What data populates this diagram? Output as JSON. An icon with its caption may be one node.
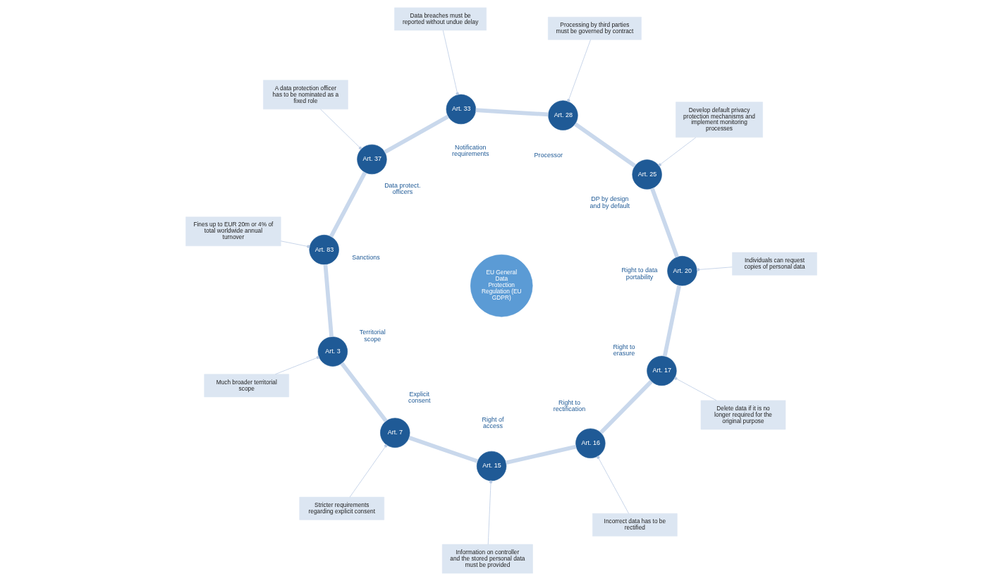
{
  "diagram": {
    "nodes": [
      {
        "text": [
          "EU General Data Protection Regulation (EU GDPR)"
        ]
      },
      {
        "text": [
          "Art. 3"
        ],
        "beside": [
          "Territorial scope"
        ]
      },
      {
        "text": [
          "Art. 7"
        ],
        "beside": [
          "Explicit consent"
        ]
      },
      {
        "text": [
          "Art. 15"
        ],
        "beside": [
          "Right of access"
        ]
      },
      {
        "text": [
          "Art. 16"
        ],
        "beside": [
          "Right to rectification"
        ]
      },
      {
        "text": [
          "Art. 17"
        ],
        "beside": [
          "Right to erasure"
        ]
      },
      {
        "text": [
          "Art. 20"
        ],
        "beside": [
          "Right to data portability"
        ]
      },
      {
        "text": [
          "Art. 25"
        ],
        "beside": [
          "DP by design and by default"
        ]
      },
      {
        "text": [
          "Art. 28"
        ],
        "beside": [
          "Processor"
        ]
      },
      {
        "text": [
          "Art. 33"
        ],
        "beside": [
          "Notification requirements"
        ]
      },
      {
        "text": [
          "Art. 37"
        ],
        "beside": [
          "Data protect. officers"
        ]
      },
      {
        "text": [
          "Art. 83"
        ],
        "beside": [
          "Sanctions"
        ]
      },
      {
        "text": [
          "Much broader territorial scope"
        ]
      },
      {
        "text": [
          "Stricter requirements regarding explicit consent"
        ]
      },
      {
        "text": [
          "Information on controller and the stored personal data must be provided"
        ]
      },
      {
        "text": [
          "Incorrect data has to be rectified"
        ]
      },
      {
        "text": [
          "Delete data if it is no longer required for the original purpose"
        ]
      },
      {
        "text": [
          "Individuals can request copies of personal data"
        ]
      },
      {
        "text": [
          "Develop default privacy protection mechanisms and implement monitoring processes"
        ]
      },
      {
        "text": [
          "Processing by third parties must be governed by contract"
        ]
      },
      {
        "text": [
          "Data breaches must be reported without undue delay"
        ]
      },
      {
        "text": [
          "A data protection officer has to be nominated as a fixed role"
        ]
      },
      {
        "text": [
          "Fines up to EUR 20m or 4% of total worldwide annual turnover"
        ]
      }
    ],
    "edges": [
      {
        "from": 1,
        "to": 2,
        "arrow": "none",
        "style": "thick"
      },
      {
        "from": 2,
        "to": 3,
        "arrow": "none",
        "style": "thick"
      },
      {
        "from": 3,
        "to": 4,
        "arrow": "none",
        "style": "thick"
      },
      {
        "from": 4,
        "to": 5,
        "arrow": "none",
        "style": "thick"
      },
      {
        "from": 5,
        "to": 6,
        "arrow": "none",
        "style": "thick"
      },
      {
        "from": 6,
        "to": 7,
        "arrow": "none",
        "style": "thick"
      },
      {
        "from": 7,
        "to": 8,
        "arrow": "none",
        "style": "thick"
      },
      {
        "from": 8,
        "to": 9,
        "arrow": "none",
        "style": "thick"
      },
      {
        "from": 9,
        "to": 10,
        "arrow": "none",
        "style": "thick"
      },
      {
        "from": 10,
        "to": 11,
        "arrow": "none",
        "style": "thick"
      },
      {
        "from": 11,
        "to": 1,
        "arrow": "none",
        "style": "thick"
      },
      {
        "from": 12,
        "to": 1,
        "arrow": "other"
      },
      {
        "from": 13,
        "to": 2,
        "arrow": "other"
      },
      {
        "from": 14,
        "to": 3,
        "arrow": "other"
      },
      {
        "from": 15,
        "to": 4,
        "arrow": "other"
      },
      {
        "from": 16,
        "to": 5,
        "arrow": "other"
      },
      {
        "from": 17,
        "to": 6,
        "arrow": "other"
      },
      {
        "from": 18,
        "to": 7,
        "arrow": "other"
      },
      {
        "from": 19,
        "to": 8,
        "arrow": "other"
      },
      {
        "from": 20,
        "to": 9,
        "arrow": "other"
      },
      {
        "from": 21,
        "to": 10,
        "arrow": "other"
      },
      {
        "from": 22,
        "to": 11,
        "arrow": "other"
      }
    ]
  }
}
